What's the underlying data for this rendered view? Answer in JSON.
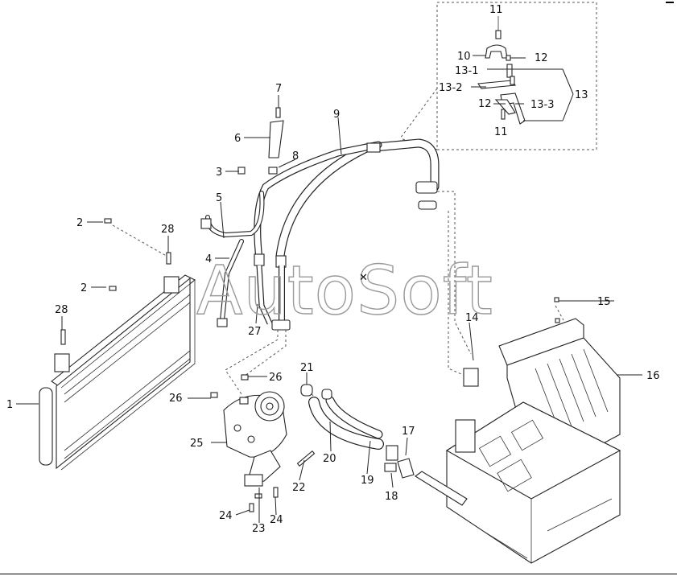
{
  "watermark": "AutoSoft",
  "callouts": {
    "c1": "1",
    "c2a": "2",
    "c2b": "2",
    "c3": "3",
    "c4": "4",
    "c5": "5",
    "c6": "6",
    "c7": "7",
    "c8": "8",
    "c9": "9",
    "c10": "10",
    "c11a": "11",
    "c11b": "11",
    "c12a": "12",
    "c12b": "12",
    "c13": "13",
    "c13_1": "13-1",
    "c13_2": "13-2",
    "c13_3": "13-3",
    "c14": "14",
    "c15": "15",
    "c16": "16",
    "c17": "17",
    "c18": "18",
    "c19": "19",
    "c20": "20",
    "c21": "21",
    "c22": "22",
    "c23": "23",
    "c24a": "24",
    "c24b": "24",
    "c25": "25",
    "c26a": "26",
    "c26b": "26",
    "c27": "27",
    "c28a": "28",
    "c28b": "28"
  }
}
